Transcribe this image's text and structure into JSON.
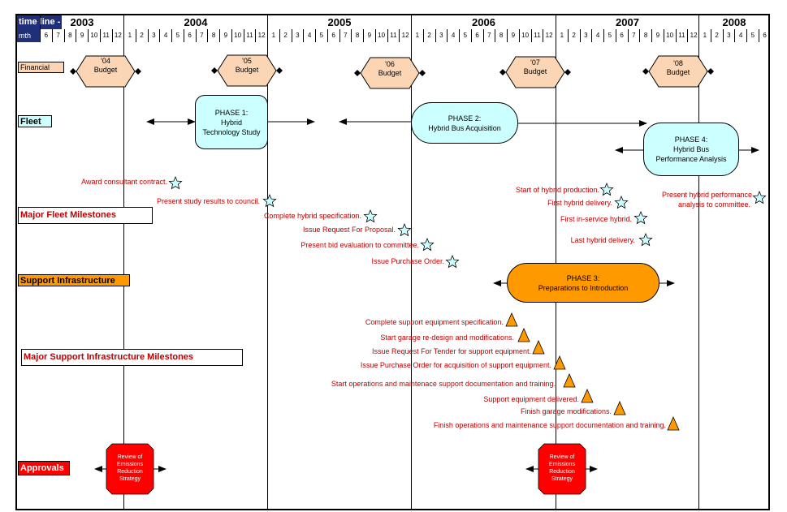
{
  "header": {
    "timeline_label": "time line -",
    "month_label": "mth",
    "years": [
      "2003",
      "2004",
      "2005",
      "2006",
      "2007",
      "2008"
    ],
    "months_2003": [
      "6",
      "7",
      "8",
      "9",
      "10",
      "11",
      "12"
    ],
    "months_full": [
      "1",
      "2",
      "3",
      "4",
      "5",
      "6",
      "7",
      "8",
      "9",
      "10",
      "11",
      "12"
    ],
    "months_2008": [
      "1",
      "2",
      "3",
      "4",
      "5",
      "6"
    ]
  },
  "rows": {
    "financial": "Financial",
    "fleet": "Fleet",
    "fleet_milestones": "Major Fleet Milestones",
    "support": "Support Infrastructure",
    "support_milestones": "Major Support Infrastructure Milestones",
    "approvals": "Approvals"
  },
  "budgets": [
    "'04\nBudget",
    "'05\nBudget",
    "'06\nBudget",
    "'07\nBudget",
    "'08\nBudget"
  ],
  "budget_lines": [
    [
      "'04",
      "Budget"
    ],
    [
      "'05",
      "Budget"
    ],
    [
      "'06",
      "Budget"
    ],
    [
      "'07",
      "Budget"
    ],
    [
      "'08",
      "Budget"
    ]
  ],
  "phases": {
    "p1": [
      "PHASE 1:",
      "Hybrid",
      "Technology Study"
    ],
    "p2": [
      "PHASE 2:",
      "Hybrid Bus Acquisition"
    ],
    "p3": [
      "PHASE 3:",
      "Preparations to Introduction"
    ],
    "p4": [
      "PHASE 4:",
      "Hybrid Bus",
      "Performance Analysis"
    ]
  },
  "fleet_milestones": [
    "Award consultant contract.",
    "Present study results to council.",
    "Complete hybrid specification.",
    "Issue Request For Proposal.",
    "Present bid evaluation to committee.",
    "Issue Purchase Order.",
    "Start of hybrid production.",
    "First hybrid delivery.",
    "First in-service hybrid.",
    "Last hybrid delivery.",
    "Present hybrid performance",
    "analysis to committee."
  ],
  "support_milestones": [
    "Complete support equipment specification.",
    "Start garage re-design and modifications.",
    "Issue Request For Tender for support equipment.",
    "Issue Purchase Order for acquisition of support equipment.",
    "Start operations and maintenace support documentation and training.",
    "Support equipment delivered.",
    "Finish garage modifications.",
    "Finish operations and maintenance support documentation and training."
  ],
  "approvals": [
    [
      "Review of",
      "Emissions",
      "Reduction",
      "Strategy"
    ],
    [
      "Review of",
      "Emissions",
      "Reduction",
      "Strategy"
    ]
  ],
  "colors": {
    "navy": "#1f2f7a",
    "financial": "#fcd5b4",
    "fleet": "#ccffff",
    "support": "#ff9900",
    "approvals": "#ff0000",
    "milestone_text": "#c00000"
  }
}
